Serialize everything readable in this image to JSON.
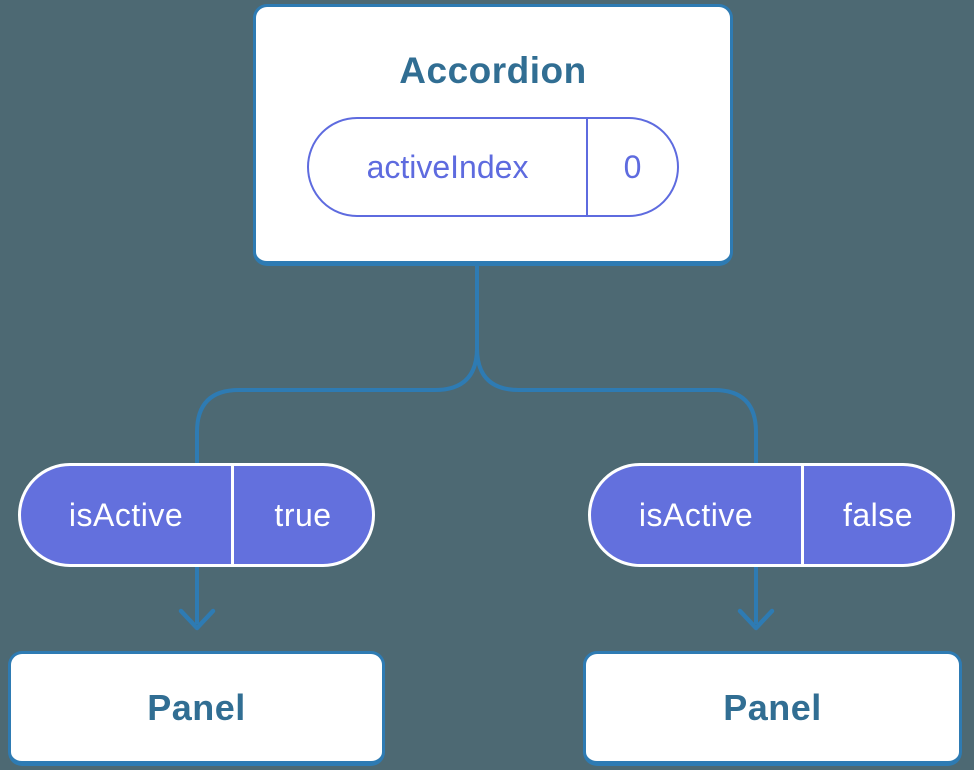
{
  "diagram": {
    "colors": {
      "background": "#4D6973",
      "connector_blue": "#2E7BB3",
      "component_title_blue": "#316E93",
      "prop_pill_purple": "#6370DD",
      "state_pill_purple": "#5E6BDF",
      "card_white": "#FFFFFF"
    },
    "root": {
      "title": "Accordion",
      "state": {
        "name": "activeIndex",
        "value": "0"
      }
    },
    "branches": [
      {
        "prop": {
          "name": "isActive",
          "value": "true"
        },
        "child_title": "Panel"
      },
      {
        "prop": {
          "name": "isActive",
          "value": "false"
        },
        "child_title": "Panel"
      }
    ]
  }
}
